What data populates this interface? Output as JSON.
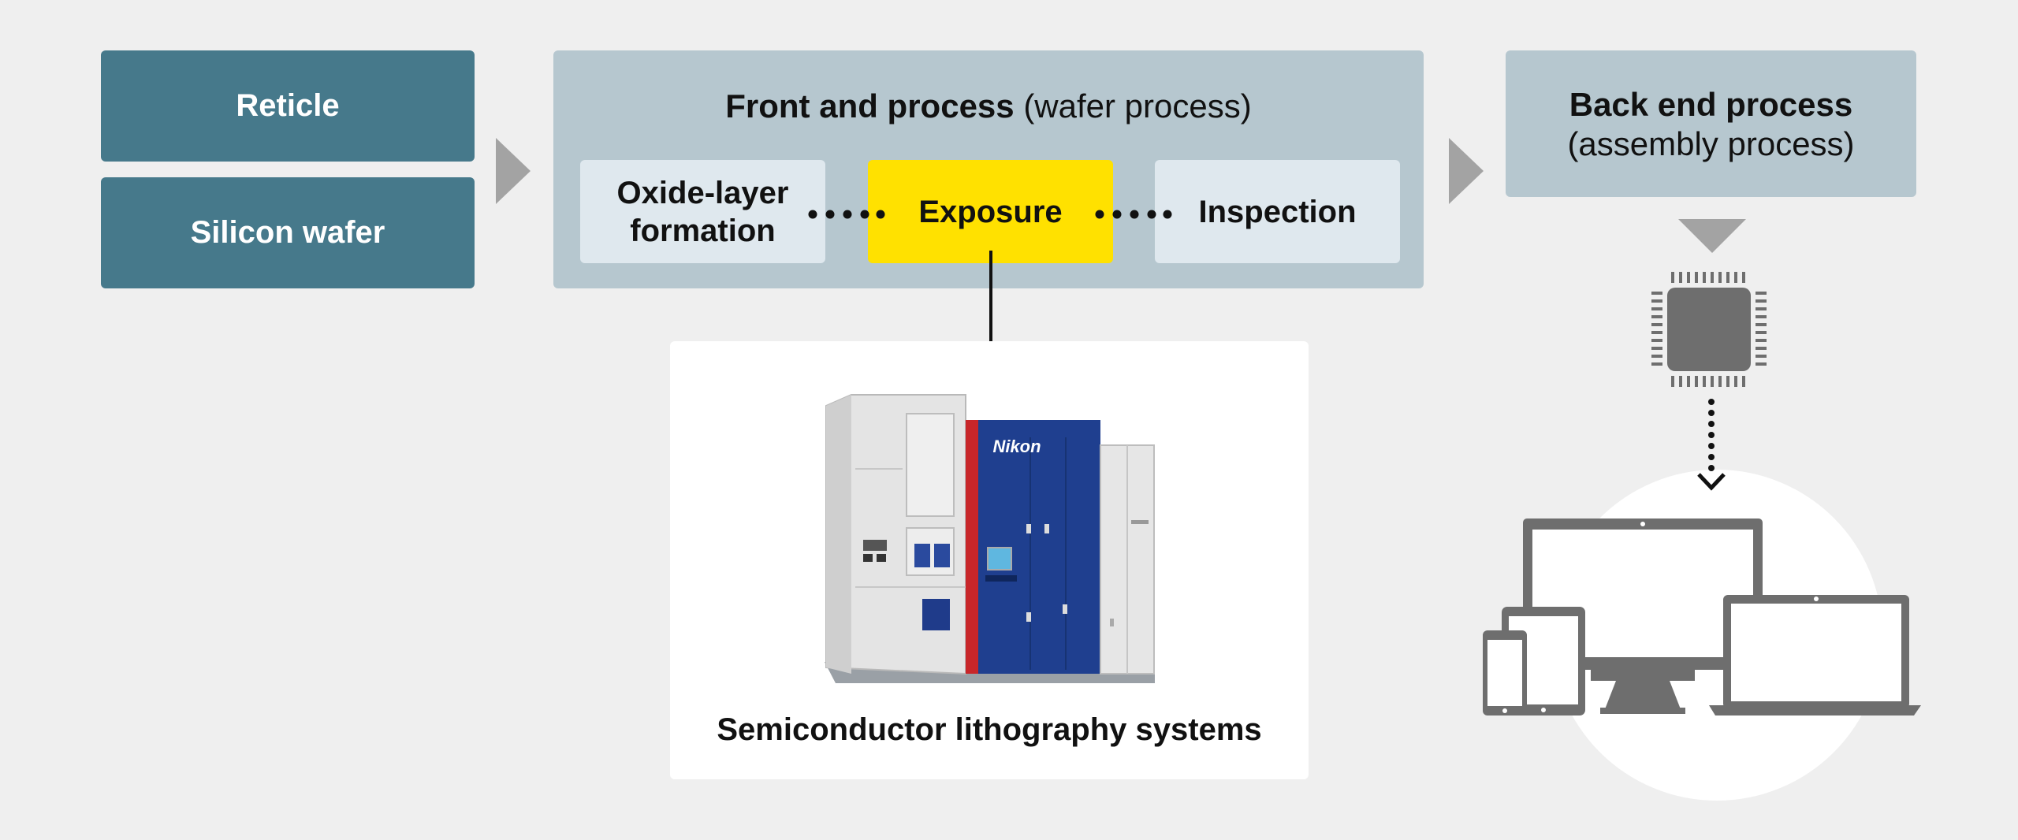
{
  "inputs": {
    "reticle": "Reticle",
    "silicon_wafer": "Silicon wafer"
  },
  "front_end": {
    "title_bold": "Front and process",
    "title_normal": " (wafer process)",
    "steps": [
      "Oxide-layer",
      "formation",
      "Exposure",
      "Inspection"
    ]
  },
  "back_end": {
    "title_line1": "Back end process",
    "title_line2": "(assembly process)"
  },
  "machine": {
    "brand": "Nikon",
    "caption": "Semiconductor lithography systems"
  },
  "colors": {
    "input_box": "#46798b",
    "panel": "#b6c7cf",
    "step_box": "#dfe8ee",
    "highlight": "#ffe100",
    "arrow": "#a3a3a3"
  }
}
